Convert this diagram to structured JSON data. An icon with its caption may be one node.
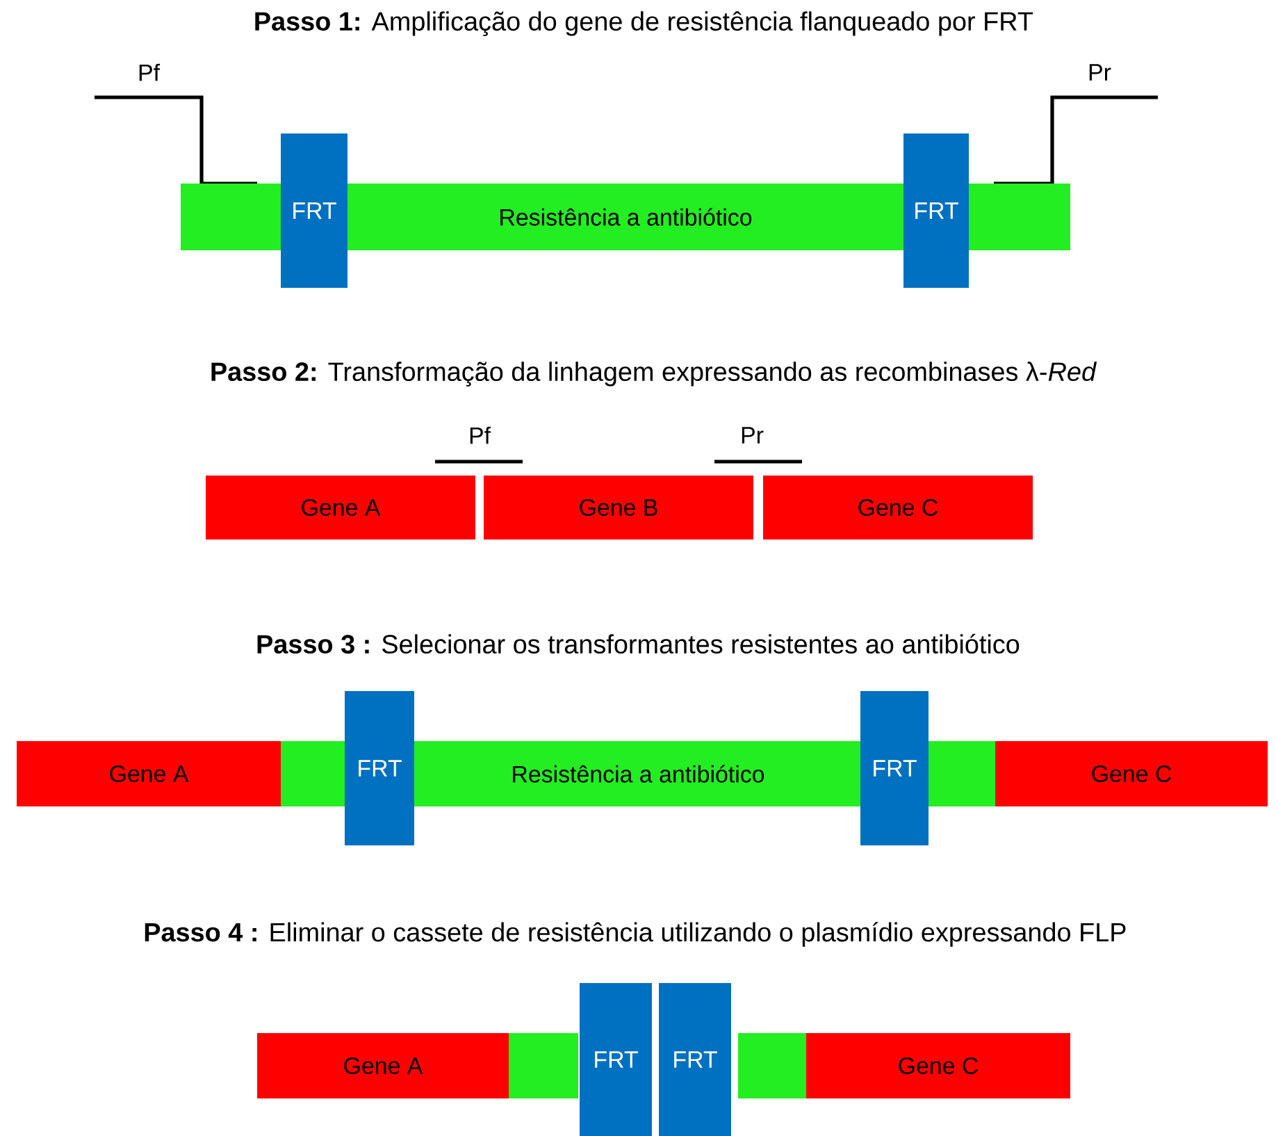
{
  "diagram": {
    "nodes": [
      {
        "text": [
          "Resistência a antibiótico"
        ]
      },
      {
        "text": [
          "FRT"
        ]
      },
      {
        "text": [
          "FRT"
        ]
      },
      {
        "text": [
          "Gene A"
        ]
      },
      {
        "text": [
          "Gene B"
        ]
      },
      {
        "text": [
          "Gene C"
        ]
      },
      {
        "text": [
          "Gene A"
        ]
      },
      {
        "text": [
          "Resistência a antibiótico"
        ]
      },
      {
        "text": [
          "FRT"
        ]
      },
      {
        "text": [
          "FRT"
        ]
      },
      {
        "text": [
          "Gene C"
        ]
      },
      {
        "text": [
          "Gene A"
        ]
      },
      {
        "text": [],
        "shape": "bar"
      },
      {
        "text": [
          "FRT"
        ]
      },
      {
        "text": [
          "FRT"
        ]
      },
      {
        "text": [],
        "shape": "bar"
      },
      {
        "text": [
          "Gene C"
        ]
      }
    ],
    "labels": [
      "**Passo 1:** Amplificação do gene de resistência flanqueado por FRT",
      "Pf",
      "Pr",
      "**Passo  2:** Transformação da linhagem expressando as recombinases λ-*Red*",
      "Pf",
      "Pr",
      "**Passo 3 :** Selecionar os transformantes resistentes ao antibiótico",
      "**Passo 4 :** Eliminar o cassete de resistência utilizando o plasmídio expressando FLP"
    ]
  }
}
